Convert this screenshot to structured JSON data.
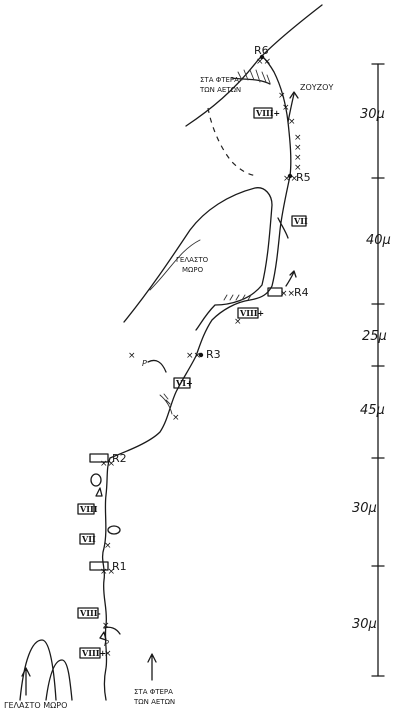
{
  "belays": {
    "r1": "R1",
    "r2": "R2",
    "r3": "R3",
    "r4": "R4",
    "r5": "R5",
    "r6": "R6"
  },
  "grades": {
    "g1": "VIII+",
    "g2": "VIII-",
    "g3": "VII",
    "g4": "VIII",
    "g5": "VI+",
    "g6": "VIII+",
    "g7": "VII",
    "g8": "VIII+"
  },
  "lengths": {
    "p1": "30μ",
    "p2": "30μ",
    "p3": "45μ",
    "p4": "25μ",
    "p5": "40μ",
    "p6": "30μ"
  },
  "labels": {
    "zouzou": "ΖΟΥΖΟΥ",
    "ta_ftera_top_1": "ΣΤΑ ΦΤΕΡΑ",
    "ta_ftera_top_2": "ΤΩΝ ΑΕΤΩΝ",
    "gelasto_mid_1": "ΓΕΛΑΣΤΟ",
    "gelasto_mid_2": "ΜΩΡΟ",
    "gelasto_bottom": "ΓΕΛΑΣΤΟ ΜΩΡΟ",
    "ta_ftera_bottom_1": "ΣΤΑ ΦΤΕΡΑ",
    "ta_ftera_bottom_2": "ΤΩΝ ΑΕΤΩΝ"
  },
  "symbols": {
    "x": "×",
    "xx": "××",
    "p": "P"
  }
}
